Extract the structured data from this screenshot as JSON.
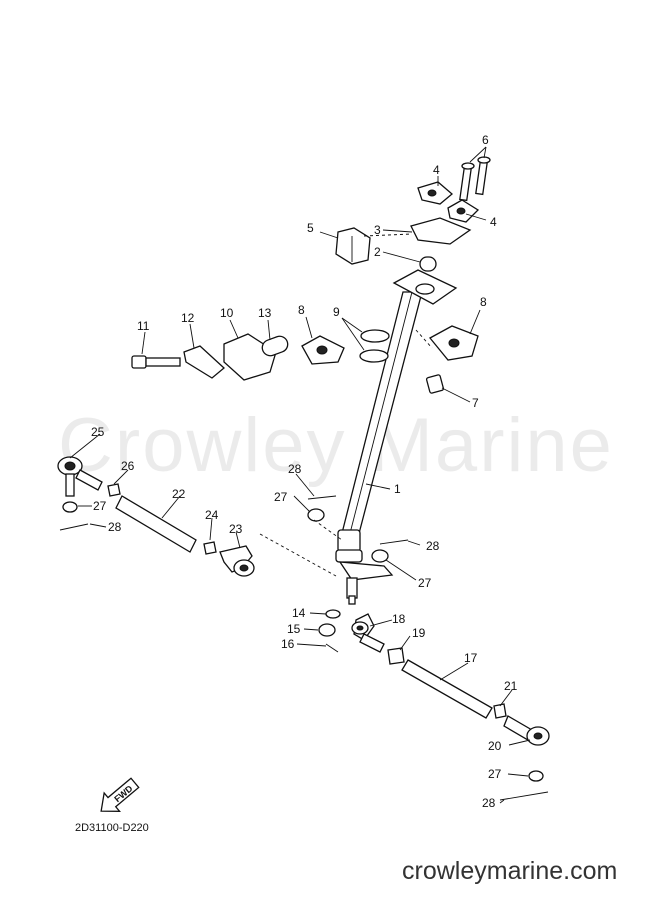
{
  "watermark": "Crowley Marine",
  "diagram_code": "2D31100-D220",
  "site_url": "crowleymarine.com",
  "fwd_label": "FWD",
  "callouts": [
    "1",
    "2",
    "3",
    "4",
    "4",
    "5",
    "6",
    "7",
    "8",
    "8",
    "9",
    "10",
    "11",
    "12",
    "13",
    "14",
    "15",
    "16",
    "17",
    "18",
    "19",
    "20",
    "21",
    "22",
    "23",
    "24",
    "25",
    "26",
    "27",
    "27",
    "27",
    "27",
    "28",
    "28",
    "28",
    "28"
  ]
}
